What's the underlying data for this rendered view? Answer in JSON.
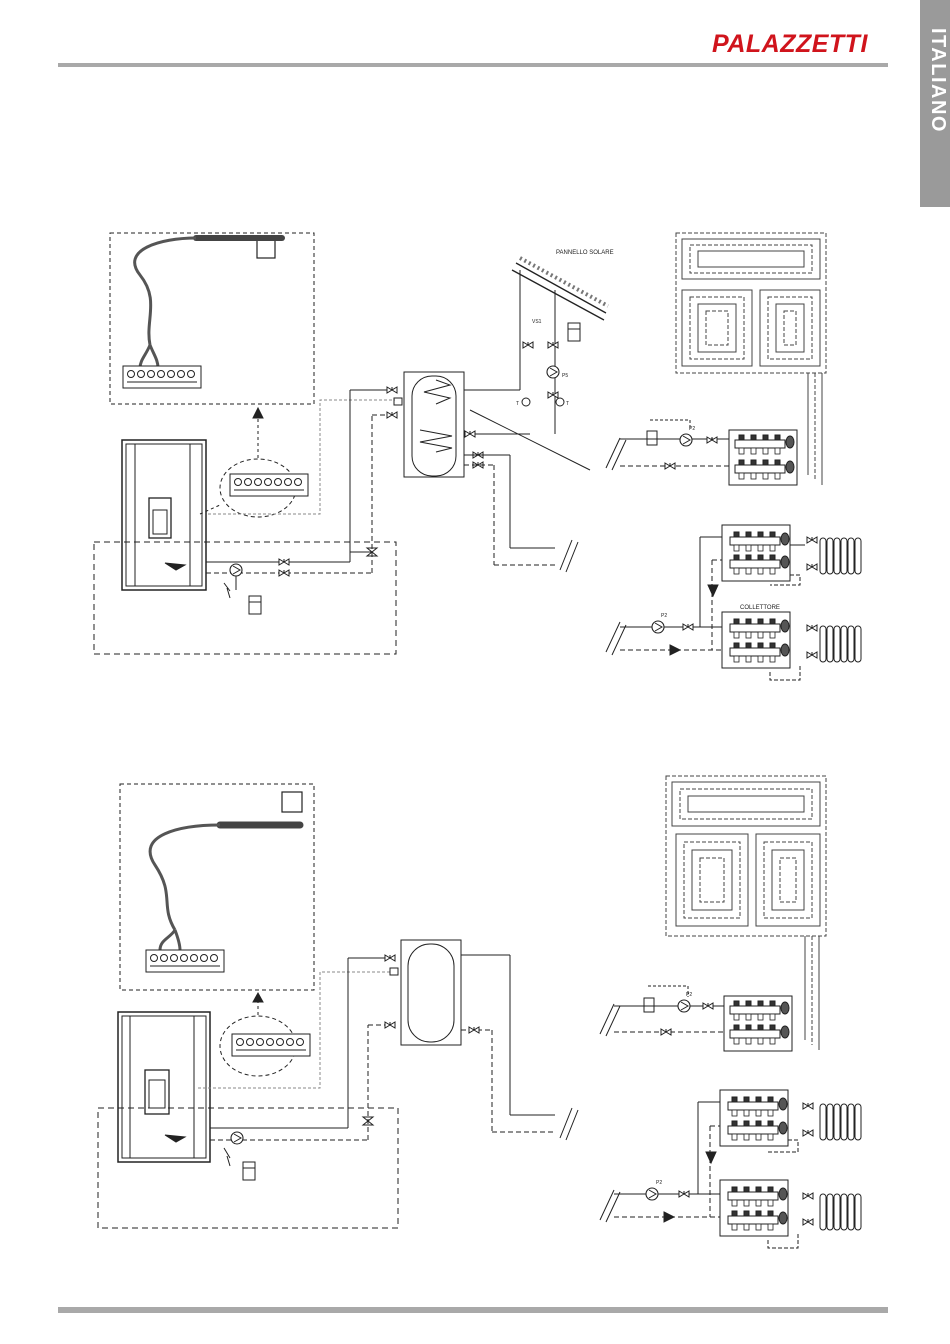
{
  "header": {
    "brand": "PALAZZETTI",
    "language_tab": "ITALIANO",
    "accent_color": "#d0141c",
    "rule_color": "#a9a9a9"
  },
  "diagram_top": {
    "solar_panel_label": "PANNELLO SOLARE",
    "collector_label": "COLLETTORE",
    "labels": {
      "vs1": "VS1",
      "p5": "P5",
      "p2a": "P2",
      "p2b": "P2",
      "t1": "T",
      "t2": "T"
    }
  },
  "diagram_bottom": {
    "labels": {
      "p2a": "P2",
      "p2b": "P2"
    }
  }
}
